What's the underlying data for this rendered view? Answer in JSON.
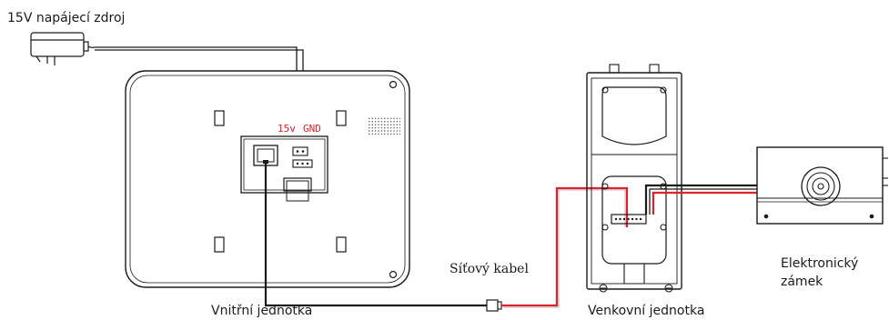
{
  "labels": {
    "power_supply": "15V napájecí zdroj",
    "indoor_unit": "Vnitřní jednotka",
    "outdoor_unit": "Venkovní jednotka",
    "network_cable": "Síťový kabel",
    "lock_line1": "Elektronický",
    "lock_line2": "zámek",
    "terminal_15v": "15v",
    "terminal_gnd": "GND"
  },
  "colors": {
    "wire_red": "#e0202a",
    "wire_black": "#1a1a1a",
    "terminal_text": "#e0202a"
  },
  "icons": [
    "power-adapter-icon",
    "indoor-monitor-icon",
    "outdoor-panel-icon",
    "electronic-lock-icon",
    "rj45-connector-icon"
  ]
}
